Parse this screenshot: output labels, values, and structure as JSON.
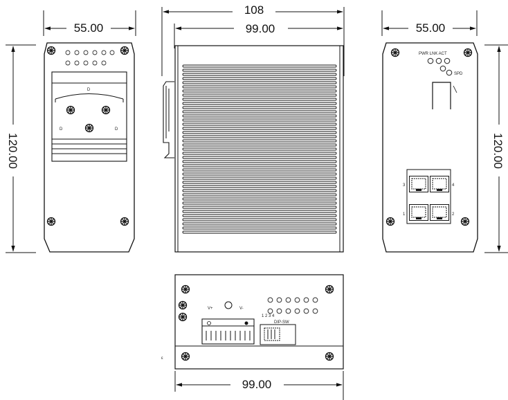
{
  "dimensions": {
    "front_width": "55.00",
    "top_overall": "108",
    "side_depth": "99.00",
    "rear_width": "55.00",
    "front_height": "120.00",
    "rear_height": "120.00",
    "bottom_depth": "99.00"
  },
  "rear_labels": {
    "led_header": "PWR LNK ACT",
    "led_sub": "SPD",
    "port_1": "1",
    "port_2": "2",
    "port_3": "3",
    "port_4": "4"
  },
  "bottom_labels": {
    "pin_label_1": "V+",
    "pin_label_2": "V-",
    "dip_caption_1": "1 2 3 4",
    "dip_caption_2": "DIP-SW"
  },
  "side_note": "ε",
  "colors": {
    "line": "#1a1a1a",
    "outline": "#333333",
    "background": "#ffffff"
  },
  "icons": [
    "screw-icon",
    "arrow-icon",
    "led-icon",
    "rj45-port-icon",
    "din-rail-clip-icon"
  ]
}
